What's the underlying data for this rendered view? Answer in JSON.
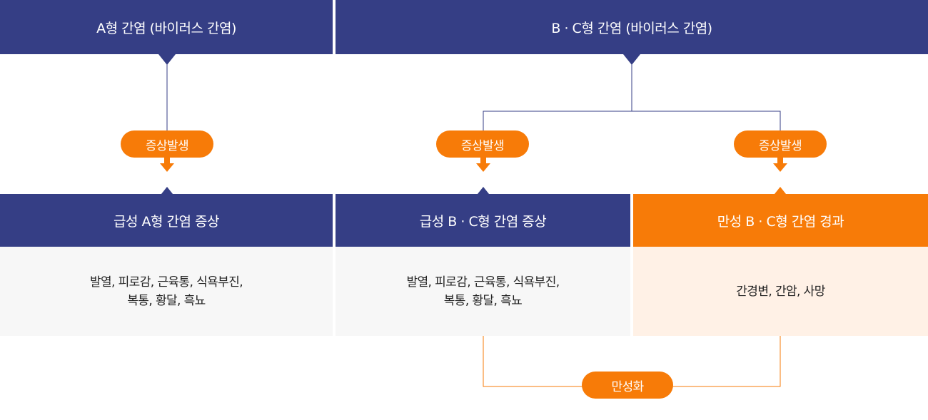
{
  "colors": {
    "navy": "#353e85",
    "orange": "#f77b08",
    "light_gray": "#f7f7f7",
    "light_orange": "#fff1e6"
  },
  "headers": {
    "a_type": "A형 간염 (바이러스 간염)",
    "bc_type": "B · C형 간염 (바이러스 간염)"
  },
  "pills": {
    "a_onset": "증상발생",
    "bc_acute_onset": "증상발생",
    "bc_chronic_onset": "증상발생",
    "chronic_conversion": "만성화"
  },
  "boxes": {
    "acute_a": {
      "title": "급성 A형 간염 증상",
      "lines": [
        "발열, 피로감, 근육통, 식욕부진,",
        "복통, 황달, 흑뇨"
      ]
    },
    "acute_bc": {
      "title": "급성 B · C형 간염 증상",
      "lines": [
        "발열, 피로감, 근육통, 식욕부진,",
        "복통, 황달, 흑뇨"
      ]
    },
    "chronic_bc": {
      "title": "만성 B · C형 간염 경과",
      "lines": [
        "간경변, 간암, 사망"
      ]
    }
  }
}
